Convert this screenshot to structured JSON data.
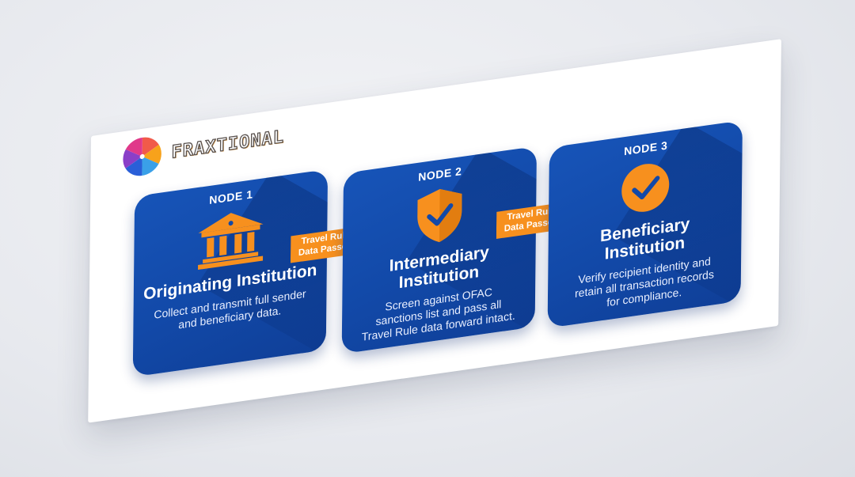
{
  "brand": {
    "name": "FRAXTIONAL",
    "logo_icon": "pinwheel-logo-icon"
  },
  "colors": {
    "card": "#1249a8",
    "accent": "#f7901e",
    "paper": "#ffffff"
  },
  "nodes": [
    {
      "label": "NODE 1",
      "icon": "bank-building-icon",
      "title": "Originating Institution",
      "description": "Collect and transmit full sender and beneficiary data."
    },
    {
      "label": "NODE 2",
      "icon": "shield-check-icon",
      "title": "Intermediary Institution",
      "description": "Screen against OFAC sanctions list and pass all Travel Rule data forward intact."
    },
    {
      "label": "NODE 3",
      "icon": "check-circle-icon",
      "title": "Beneficiary Institution",
      "description": "Verify recipient identity and retain all transaction records for compliance."
    }
  ],
  "arrows": [
    {
      "label": "Travel Rule Data Passed"
    },
    {
      "label": "Travel Rule Data Passed"
    }
  ]
}
